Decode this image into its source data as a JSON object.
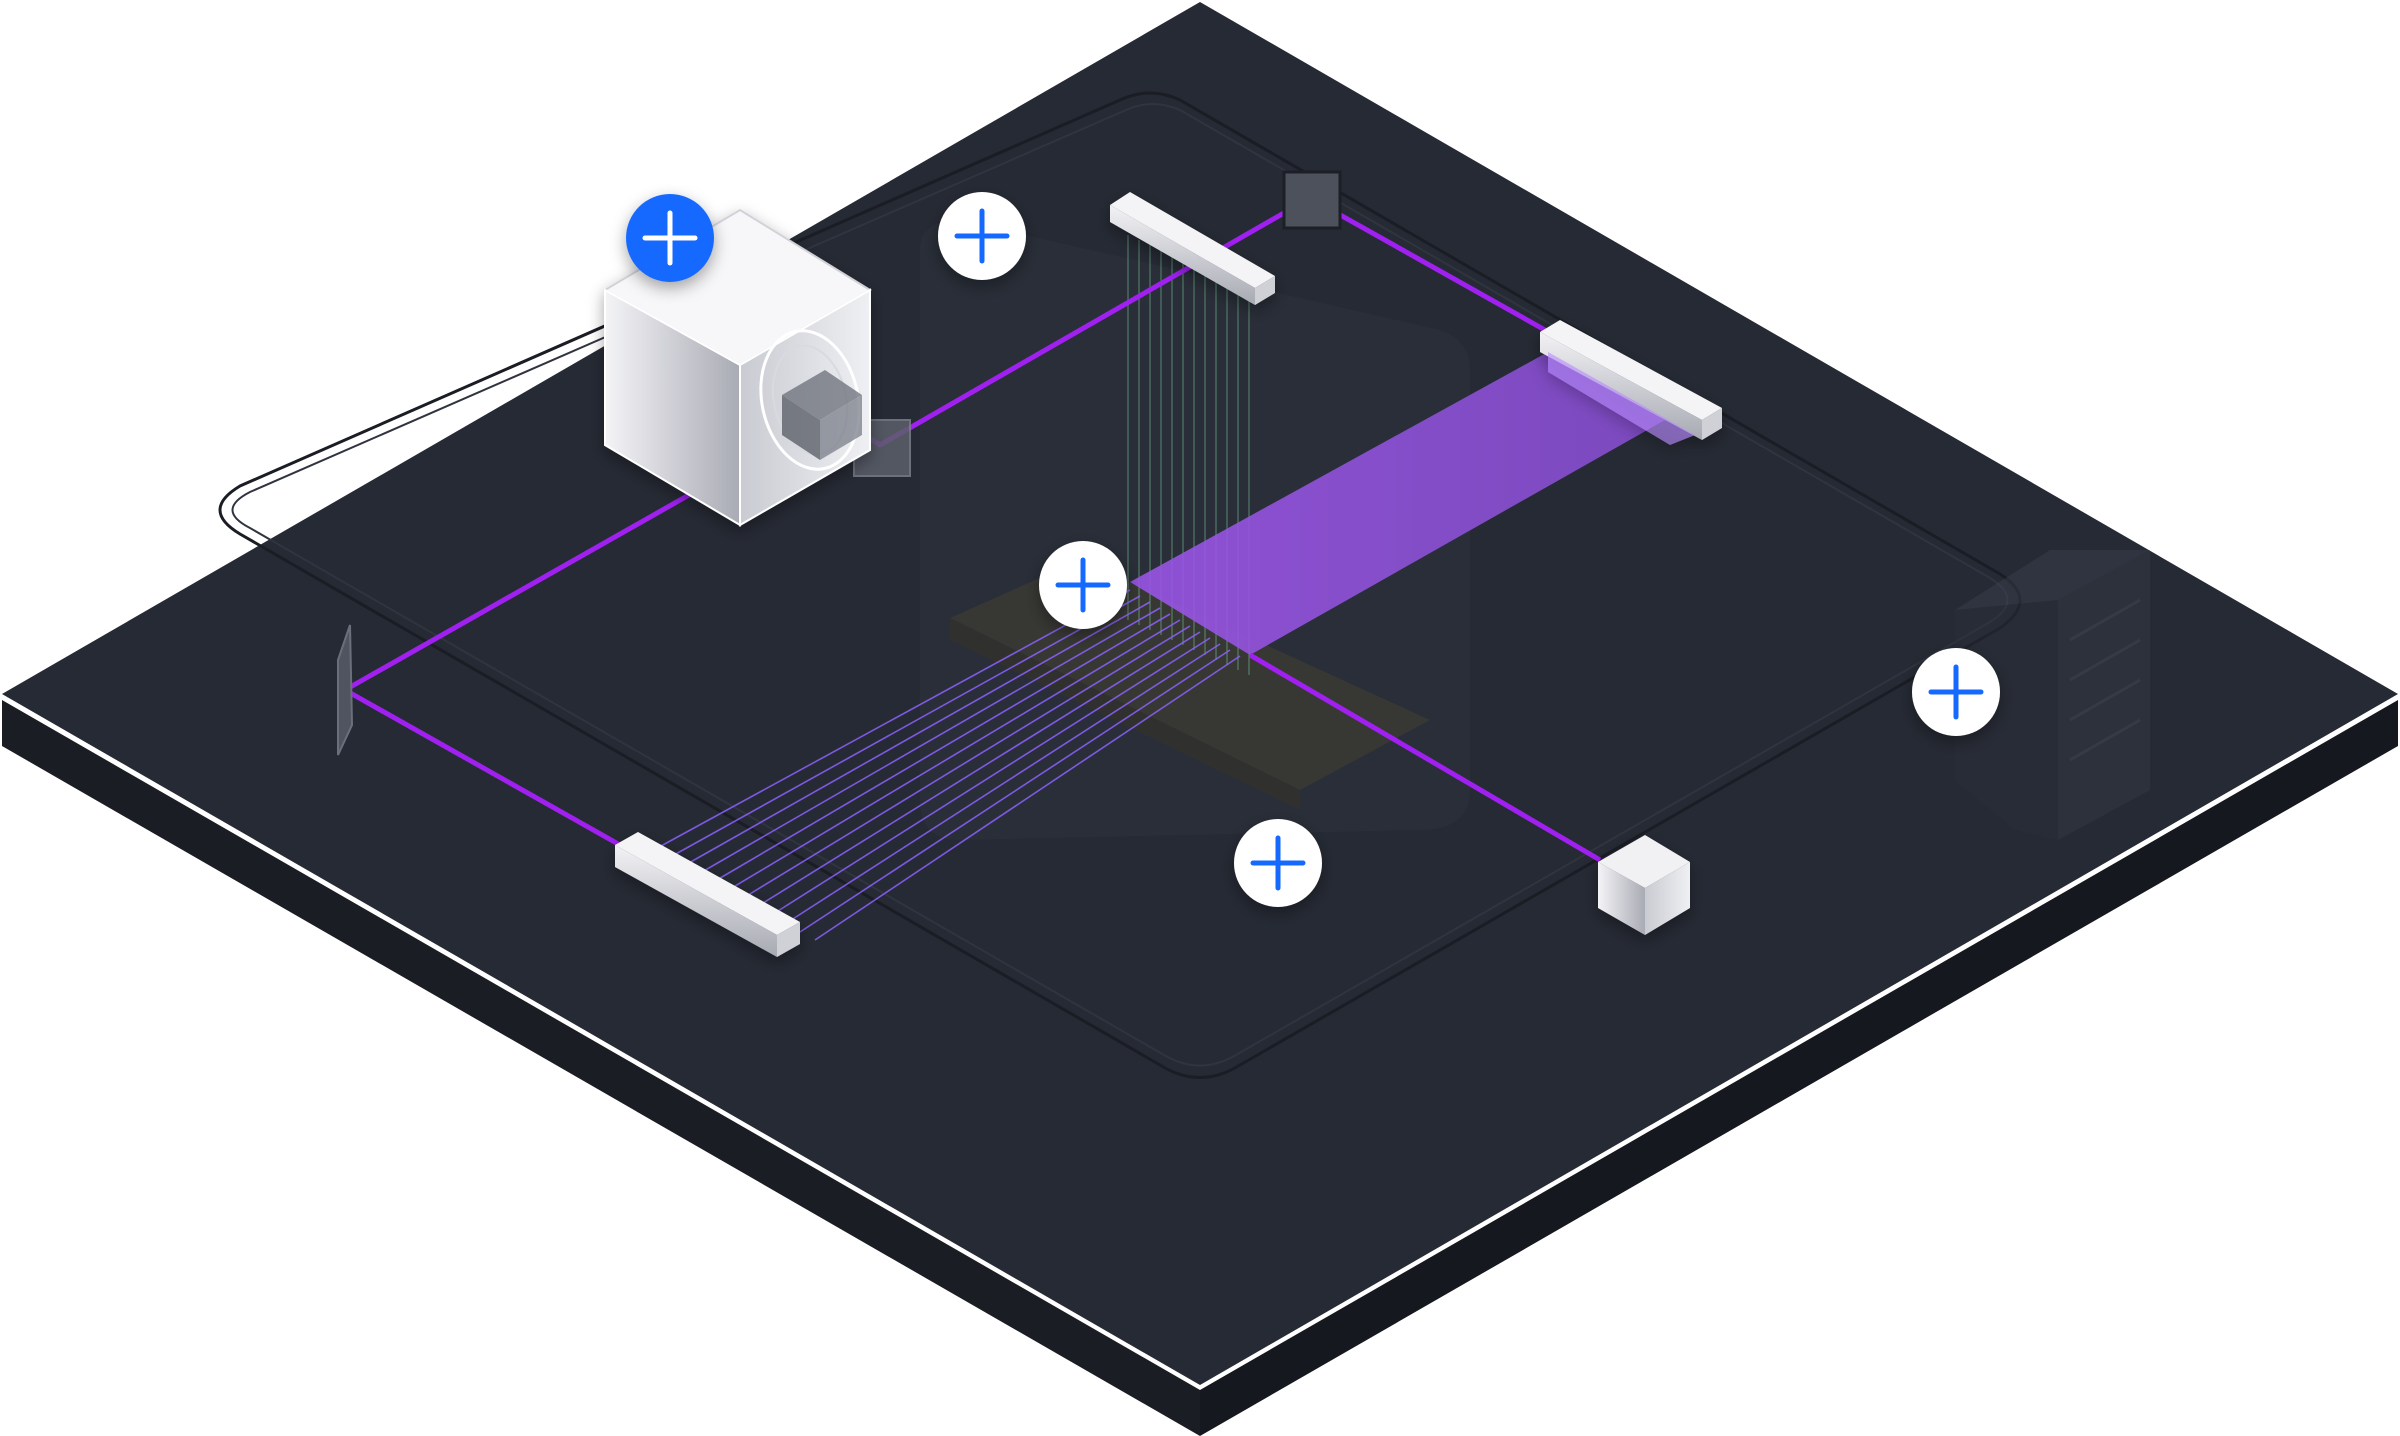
{
  "colors": {
    "platform_top": "#252933",
    "platform_side": "#1b1e25",
    "beam": "#9b2ee8",
    "beam_fill": "#a060f0",
    "hotspot": "#ffffff",
    "hotspot_active": "#1769ff",
    "plus": "#1769ff",
    "component_light": "#e6e7ec",
    "component_mid": "#b4b6bf",
    "component_dark": "#8e9099"
  },
  "hotspots": [
    {
      "name": "laser-source-hotspot",
      "icon": "plus-icon",
      "active": true
    },
    {
      "name": "top-area-hotspot",
      "icon": "plus-icon",
      "active": false
    },
    {
      "name": "center-hotspot",
      "icon": "plus-icon",
      "active": false
    },
    {
      "name": "bottom-center-hotspot",
      "icon": "plus-icon",
      "active": false
    },
    {
      "name": "server-rack-hotspot",
      "icon": "plus-icon",
      "active": false
    }
  ]
}
